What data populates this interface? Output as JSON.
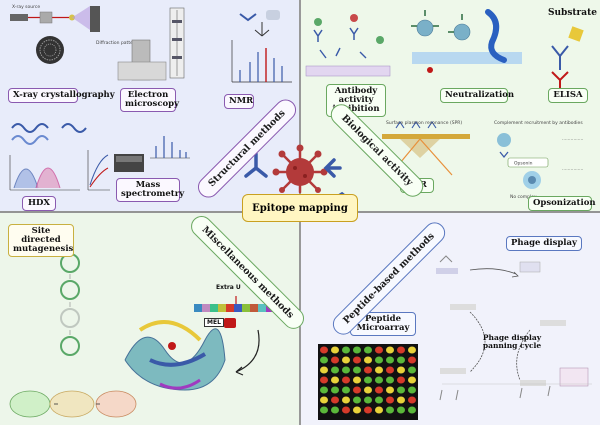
{
  "center": {
    "title": "Epitope mapping"
  },
  "categories": {
    "structural": "Structural methods",
    "biological": "Biological activity",
    "miscellaneous": "Miscellaneous methods",
    "peptide": "Peptide-based methods"
  },
  "structural": {
    "xray": "X-ray crystallography",
    "em": "Electron microscopy",
    "nmr": "NMR",
    "hdx": "HDX",
    "ms": "Mass spectrometry"
  },
  "biological": {
    "antibody_inhibition": "Antibody activity inhibition",
    "neutralization": "Neutralization",
    "elisa": "ELISA",
    "substrate": "Substrate",
    "spr": "SPR",
    "spr_diagram_title": "Surface plasmon resonance (SPR)",
    "opsonization": "Opsonization",
    "complement_title": "Complement recruitment by antibodies",
    "opsonin": "Opsonin",
    "no_complex": "No complex"
  },
  "miscellaneous": {
    "sdm": "Site directed mutagenesis",
    "extra_u": "Extra U",
    "mel": "MEL"
  },
  "peptide": {
    "phage_display": "Phage display",
    "panning_cycle": "Phage display panning cycle",
    "microarray": "Peptide Microarray"
  },
  "colors": {
    "virus": "#b33a3a",
    "antibody": "#3a5aa8",
    "array_red": "#d63a2a",
    "array_green": "#5bb83a",
    "array_yellow": "#e8d23a"
  }
}
